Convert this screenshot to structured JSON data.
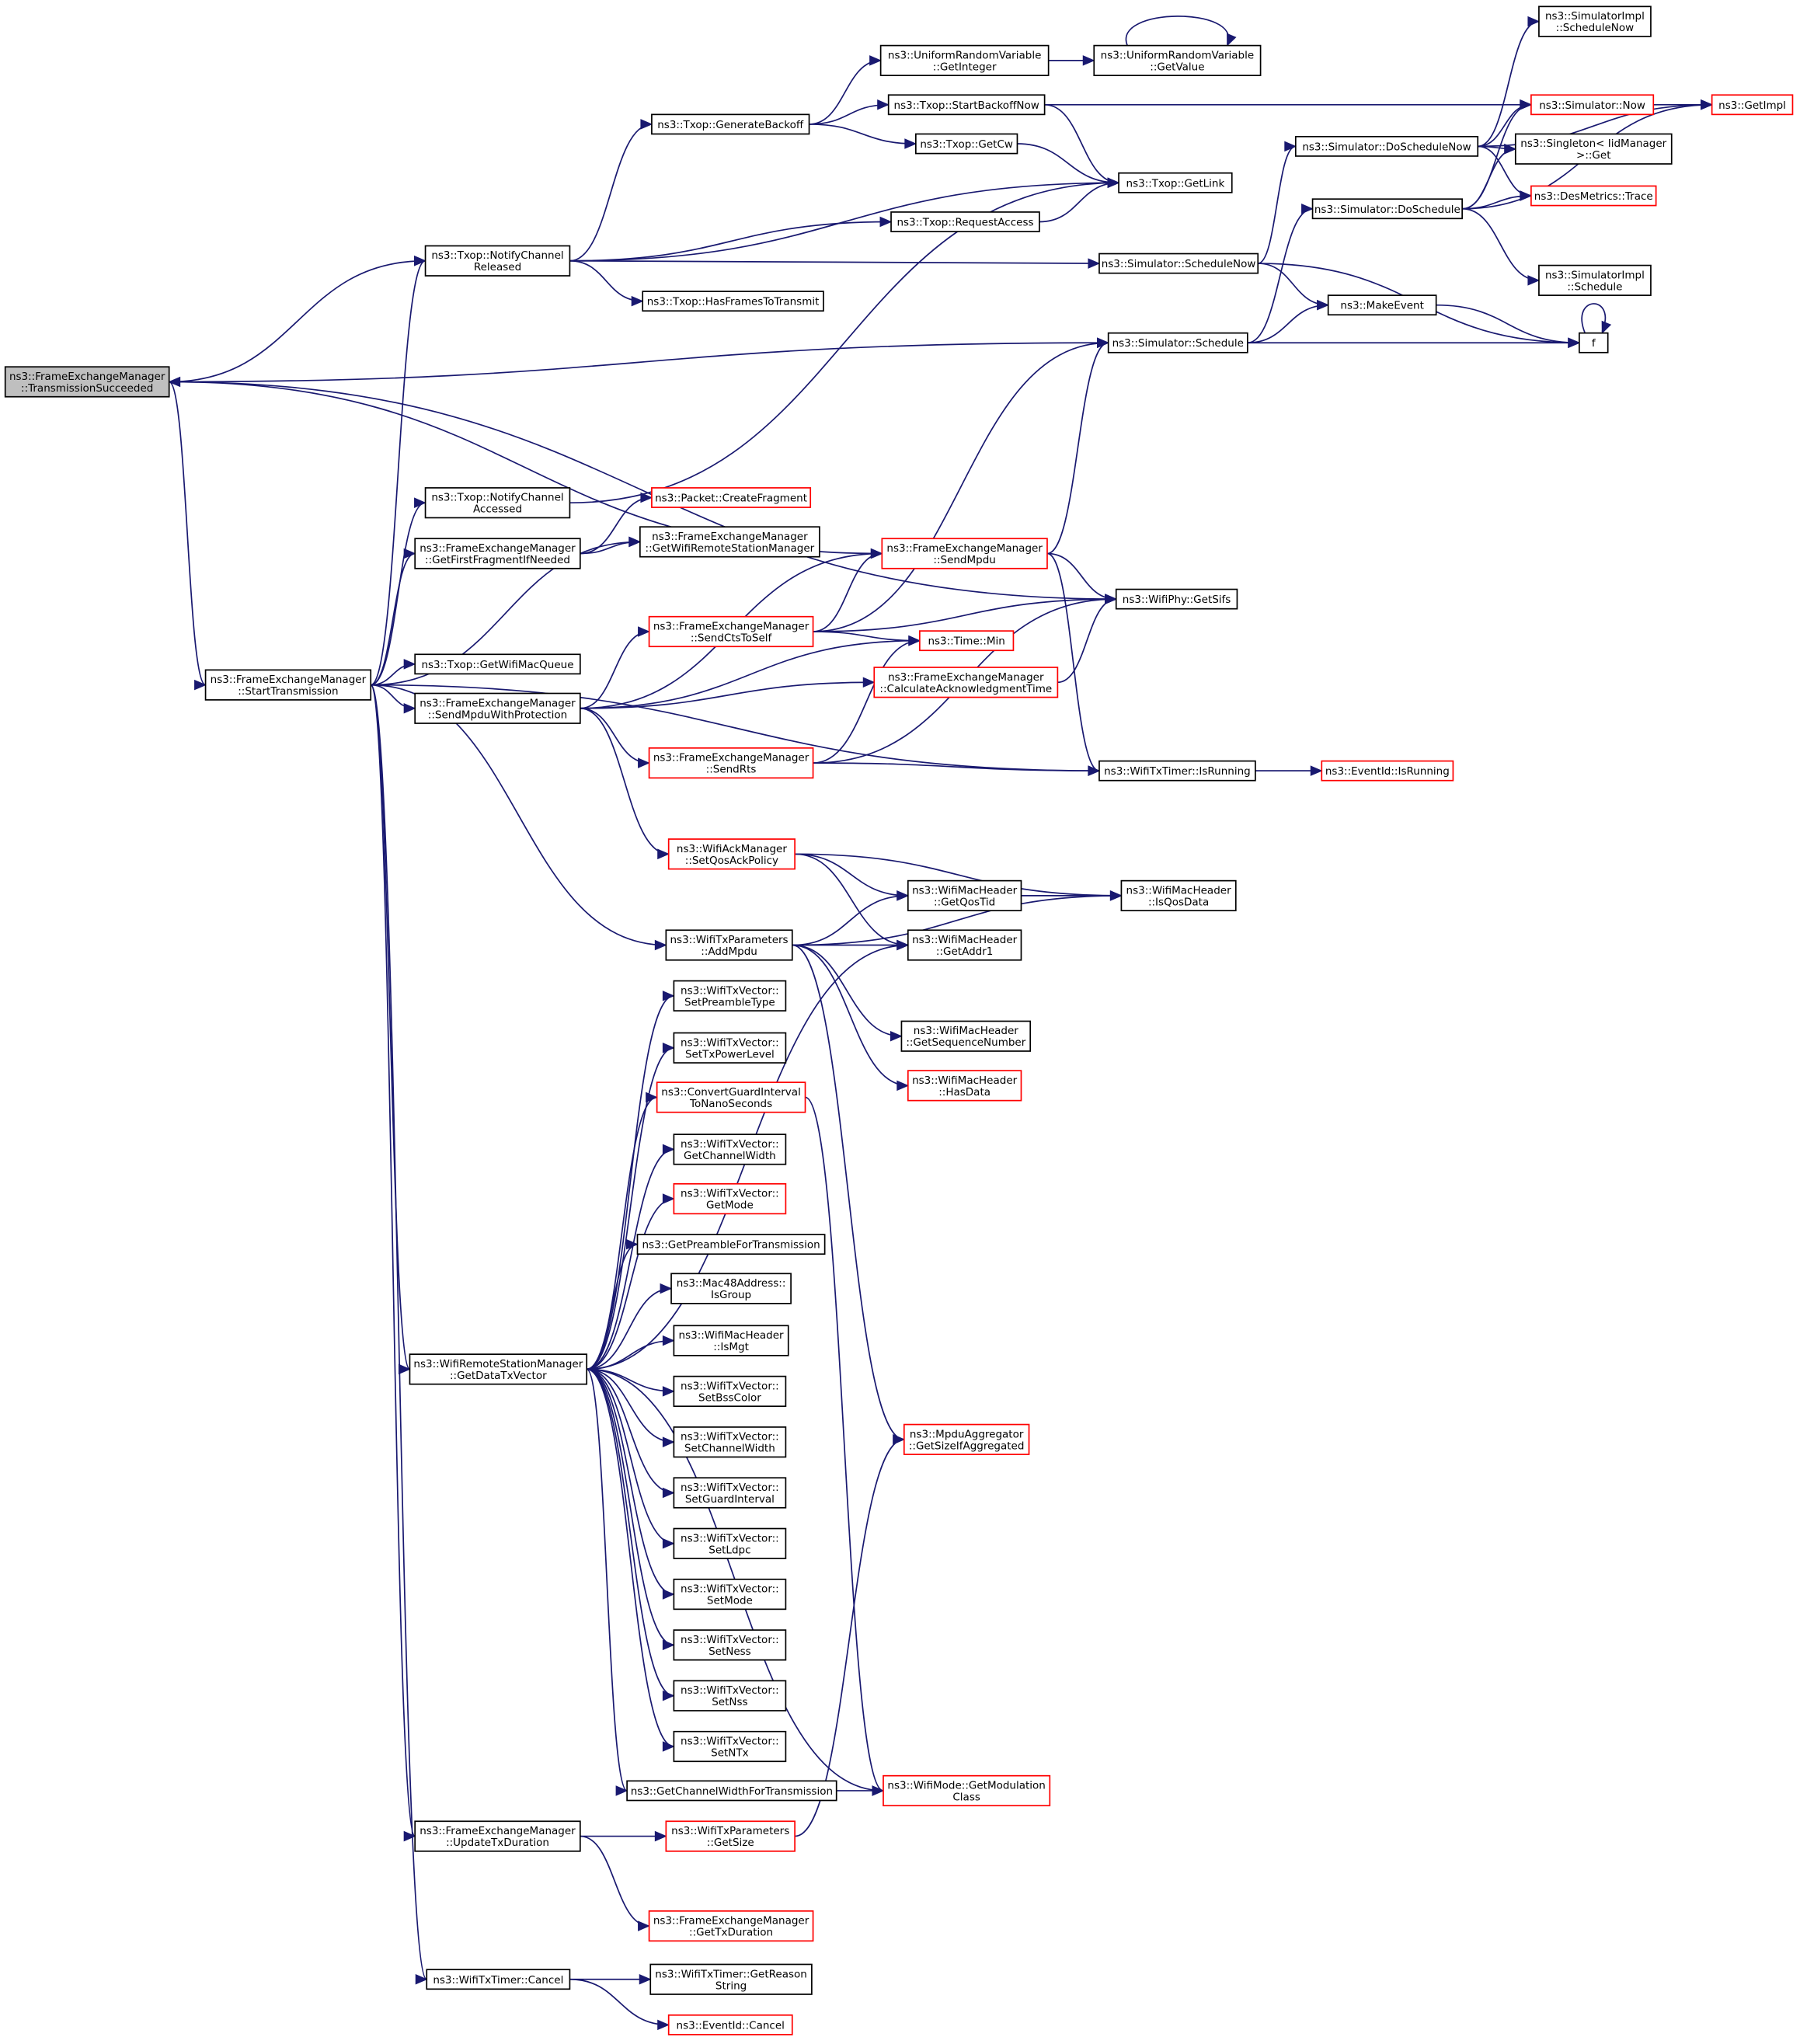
{
  "colors": {
    "edge": "#191970",
    "node_border_black": "#000000",
    "node_border_red": "#ff0000",
    "node_fill_root": "#bfbfbf",
    "node_fill": "#ffffff",
    "text": "#000000"
  },
  "nodes": [
    {
      "id": "tss",
      "lines": [
        "ns3::FrameExchangeManager",
        "::TransmissionSucceeded"
      ],
      "color": "black",
      "root": true
    },
    {
      "id": "ncr",
      "lines": [
        "ns3::Txop::NotifyChannel",
        "Released"
      ],
      "color": "black"
    },
    {
      "id": "gb",
      "lines": [
        "ns3::Txop::GenerateBackoff"
      ],
      "color": "black"
    },
    {
      "id": "urvi",
      "lines": [
        "ns3::UniformRandomVariable",
        "::GetInteger"
      ],
      "color": "black"
    },
    {
      "id": "urvv",
      "lines": [
        "ns3::UniformRandomVariable",
        "::GetValue"
      ],
      "color": "black"
    },
    {
      "id": "sbn",
      "lines": [
        "ns3::Txop::StartBackoffNow"
      ],
      "color": "black"
    },
    {
      "id": "gcw",
      "lines": [
        "ns3::Txop::GetCw"
      ],
      "color": "black"
    },
    {
      "id": "glink",
      "lines": [
        "ns3::Txop::GetLink"
      ],
      "color": "black"
    },
    {
      "id": "ra",
      "lines": [
        "ns3::Txop::RequestAccess"
      ],
      "color": "black"
    },
    {
      "id": "hftt",
      "lines": [
        "ns3::Txop::HasFramesToTransmit"
      ],
      "color": "black"
    },
    {
      "id": "schedNow",
      "lines": [
        "ns3::Simulator::ScheduleNow"
      ],
      "color": "black"
    },
    {
      "id": "sched",
      "lines": [
        "ns3::Simulator::Schedule"
      ],
      "color": "black"
    },
    {
      "id": "dsn",
      "lines": [
        "ns3::Simulator::DoScheduleNow"
      ],
      "color": "black"
    },
    {
      "id": "ds",
      "lines": [
        "ns3::Simulator::DoSchedule"
      ],
      "color": "black"
    },
    {
      "id": "me",
      "lines": [
        "ns3::MakeEvent"
      ],
      "color": "black"
    },
    {
      "id": "f",
      "lines": [
        "f"
      ],
      "color": "black"
    },
    {
      "id": "sisn",
      "lines": [
        "ns3::SimulatorImpl",
        "::ScheduleNow"
      ],
      "color": "black"
    },
    {
      "id": "now",
      "lines": [
        "ns3::Simulator::Now"
      ],
      "color": "red"
    },
    {
      "id": "gimpl",
      "lines": [
        "ns3::GetImpl"
      ],
      "color": "red"
    },
    {
      "id": "singleton",
      "lines": [
        "ns3::Singleton< IidManager",
        ">::Get"
      ],
      "color": "black"
    },
    {
      "id": "dmt",
      "lines": [
        "ns3::DesMetrics::Trace"
      ],
      "color": "red"
    },
    {
      "id": "sis",
      "lines": [
        "ns3::SimulatorImpl",
        "::Schedule"
      ],
      "color": "black"
    },
    {
      "id": "nca",
      "lines": [
        "ns3::Txop::NotifyChannel",
        "Accessed"
      ],
      "color": "black"
    },
    {
      "id": "cf",
      "lines": [
        "ns3::Packet::CreateFragment"
      ],
      "color": "red"
    },
    {
      "id": "gffin",
      "lines": [
        "ns3::FrameExchangeManager",
        "::GetFirstFragmentIfNeeded"
      ],
      "color": "black"
    },
    {
      "id": "gwrsm",
      "lines": [
        "ns3::FrameExchangeManager",
        "::GetWifiRemoteStationManager"
      ],
      "color": "black"
    },
    {
      "id": "sm",
      "lines": [
        "ns3::FrameExchangeManager",
        "::SendMpdu"
      ],
      "color": "red"
    },
    {
      "id": "gsifs",
      "lines": [
        "ns3::WifiPhy::GetSifs"
      ],
      "color": "black"
    },
    {
      "id": "scts",
      "lines": [
        "ns3::FrameExchangeManager",
        "::SendCtsToSelf"
      ],
      "color": "red"
    },
    {
      "id": "tmin",
      "lines": [
        "ns3::Time::Min"
      ],
      "color": "red"
    },
    {
      "id": "gwmq",
      "lines": [
        "ns3::Txop::GetWifiMacQueue"
      ],
      "color": "black"
    },
    {
      "id": "st",
      "lines": [
        "ns3::FrameExchangeManager",
        "::StartTransmission"
      ],
      "color": "black"
    },
    {
      "id": "smwp",
      "lines": [
        "ns3::FrameExchangeManager",
        "::SendMpduWithProtection"
      ],
      "color": "black"
    },
    {
      "id": "cat",
      "lines": [
        "ns3::FrameExchangeManager",
        "::CalculateAcknowledgmentTime"
      ],
      "color": "red"
    },
    {
      "id": "srts",
      "lines": [
        "ns3::FrameExchangeManager",
        "::SendRts"
      ],
      "color": "red"
    },
    {
      "id": "wtir",
      "lines": [
        "ns3::WifiTxTimer::IsRunning"
      ],
      "color": "black"
    },
    {
      "id": "eir",
      "lines": [
        "ns3::EventId::IsRunning"
      ],
      "color": "red"
    },
    {
      "id": "sqap",
      "lines": [
        "ns3::WifiAckManager",
        "::SetQosAckPolicy"
      ],
      "color": "red"
    },
    {
      "id": "gqt",
      "lines": [
        "ns3::WifiMacHeader",
        "::GetQosTid"
      ],
      "color": "black"
    },
    {
      "id": "iqd",
      "lines": [
        "ns3::WifiMacHeader",
        "::IsQosData"
      ],
      "color": "black"
    },
    {
      "id": "am",
      "lines": [
        "ns3::WifiTxParameters",
        "::AddMpdu"
      ],
      "color": "black"
    },
    {
      "id": "ga1",
      "lines": [
        "ns3::WifiMacHeader",
        "::GetAddr1"
      ],
      "color": "black"
    },
    {
      "id": "spt",
      "lines": [
        "ns3::WifiTxVector::",
        "SetPreambleType"
      ],
      "color": "black"
    },
    {
      "id": "gsn",
      "lines": [
        "ns3::WifiMacHeader",
        "::GetSequenceNumber"
      ],
      "color": "black"
    },
    {
      "id": "stpl",
      "lines": [
        "ns3::WifiTxVector::",
        "SetTxPowerLevel"
      ],
      "color": "black"
    },
    {
      "id": "hd",
      "lines": [
        "ns3::WifiMacHeader",
        "::HasData"
      ],
      "color": "red"
    },
    {
      "id": "cgi",
      "lines": [
        "ns3::ConvertGuardInterval",
        "ToNanoSeconds"
      ],
      "color": "red"
    },
    {
      "id": "gcwv",
      "lines": [
        "ns3::WifiTxVector::",
        "GetChannelWidth"
      ],
      "color": "black"
    },
    {
      "id": "gm",
      "lines": [
        "ns3::WifiTxVector::",
        "GetMode"
      ],
      "color": "red"
    },
    {
      "id": "gpft",
      "lines": [
        "ns3::GetPreambleForTransmission"
      ],
      "color": "black"
    },
    {
      "id": "mig",
      "lines": [
        "ns3::Mac48Address::",
        "IsGroup"
      ],
      "color": "black"
    },
    {
      "id": "imgt",
      "lines": [
        "ns3::WifiMacHeader",
        "::IsMgt"
      ],
      "color": "black"
    },
    {
      "id": "gdtv",
      "lines": [
        "ns3::WifiRemoteStationManager",
        "::GetDataTxVector"
      ],
      "color": "black"
    },
    {
      "id": "sbc",
      "lines": [
        "ns3::WifiTxVector::",
        "SetBssColor"
      ],
      "color": "black"
    },
    {
      "id": "magg",
      "lines": [
        "ns3::MpduAggregator",
        "::GetSizeIfAggregated"
      ],
      "color": "red"
    },
    {
      "id": "scw",
      "lines": [
        "ns3::WifiTxVector::",
        "SetChannelWidth"
      ],
      "color": "black"
    },
    {
      "id": "sgi",
      "lines": [
        "ns3::WifiTxVector::",
        "SetGuardInterval"
      ],
      "color": "black"
    },
    {
      "id": "sldpc",
      "lines": [
        "ns3::WifiTxVector::",
        "SetLdpc"
      ],
      "color": "black"
    },
    {
      "id": "smode",
      "lines": [
        "ns3::WifiTxVector::",
        "SetMode"
      ],
      "color": "black"
    },
    {
      "id": "sness",
      "lines": [
        "ns3::WifiTxVector::",
        "SetNess"
      ],
      "color": "black"
    },
    {
      "id": "snss",
      "lines": [
        "ns3::WifiTxVector::",
        "SetNss"
      ],
      "color": "black"
    },
    {
      "id": "sntx",
      "lines": [
        "ns3::WifiTxVector::",
        "SetNTx"
      ],
      "color": "black"
    },
    {
      "id": "gcwft",
      "lines": [
        "ns3::GetChannelWidthForTransmission"
      ],
      "color": "black"
    },
    {
      "id": "gmc",
      "lines": [
        "ns3::WifiMode::GetModulation",
        "Class"
      ],
      "color": "red"
    },
    {
      "id": "utd",
      "lines": [
        "ns3::FrameExchangeManager",
        "::UpdateTxDuration"
      ],
      "color": "black"
    },
    {
      "id": "gsize",
      "lines": [
        "ns3::WifiTxParameters",
        "::GetSize"
      ],
      "color": "red"
    },
    {
      "id": "gtd",
      "lines": [
        "ns3::FrameExchangeManager",
        "::GetTxDuration"
      ],
      "color": "red"
    },
    {
      "id": "cancel",
      "lines": [
        "ns3::WifiTxTimer::Cancel"
      ],
      "color": "black"
    },
    {
      "id": "grs",
      "lines": [
        "ns3::WifiTxTimer::GetReason",
        "String"
      ],
      "color": "black"
    },
    {
      "id": "ecancel",
      "lines": [
        "ns3::EventId::Cancel"
      ],
      "color": "red"
    }
  ],
  "edges": [
    [
      "tss",
      "ncr"
    ],
    [
      "tss",
      "sched"
    ],
    [
      "tss",
      "gsifs"
    ],
    [
      "tss",
      "st"
    ],
    [
      "ncr",
      "gb"
    ],
    [
      "ncr",
      "glink"
    ],
    [
      "ncr",
      "ra"
    ],
    [
      "ncr",
      "schedNow"
    ],
    [
      "ncr",
      "hftt"
    ],
    [
      "gb",
      "urvi"
    ],
    [
      "gb",
      "sbn"
    ],
    [
      "gb",
      "gcw"
    ],
    [
      "urvi",
      "urvv"
    ],
    [
      "urvv",
      "urvv"
    ],
    [
      "sbn",
      "now"
    ],
    [
      "sbn",
      "glink"
    ],
    [
      "gcw",
      "glink"
    ],
    [
      "ra",
      "glink"
    ],
    [
      "schedNow",
      "dsn"
    ],
    [
      "schedNow",
      "me"
    ],
    [
      "schedNow",
      "f"
    ],
    [
      "sched",
      "ds"
    ],
    [
      "sched",
      "me"
    ],
    [
      "sched",
      "f"
    ],
    [
      "me",
      "f"
    ],
    [
      "f",
      "f"
    ],
    [
      "dsn",
      "sisn"
    ],
    [
      "dsn",
      "now"
    ],
    [
      "dsn",
      "gimpl"
    ],
    [
      "dsn",
      "singleton"
    ],
    [
      "dsn",
      "dmt"
    ],
    [
      "ds",
      "now"
    ],
    [
      "ds",
      "singleton"
    ],
    [
      "ds",
      "dmt"
    ],
    [
      "ds",
      "gimpl"
    ],
    [
      "ds",
      "sis"
    ],
    [
      "now",
      "gimpl"
    ],
    [
      "nca",
      "glink"
    ],
    [
      "gffin",
      "cf"
    ],
    [
      "gffin",
      "gwrsm"
    ],
    [
      "sm",
      "tss"
    ],
    [
      "sm",
      "sched"
    ],
    [
      "sm",
      "gsifs"
    ],
    [
      "sm",
      "wtir"
    ],
    [
      "scts",
      "sched"
    ],
    [
      "scts",
      "sm"
    ],
    [
      "scts",
      "gsifs"
    ],
    [
      "scts",
      "tmin"
    ],
    [
      "st",
      "ncr"
    ],
    [
      "st",
      "nca"
    ],
    [
      "st",
      "gffin"
    ],
    [
      "st",
      "gwrsm"
    ],
    [
      "st",
      "gwmq"
    ],
    [
      "st",
      "smwp"
    ],
    [
      "st",
      "wtir"
    ],
    [
      "st",
      "am"
    ],
    [
      "st",
      "gdtv"
    ],
    [
      "st",
      "utd"
    ],
    [
      "st",
      "cancel"
    ],
    [
      "smwp",
      "sm"
    ],
    [
      "smwp",
      "scts"
    ],
    [
      "smwp",
      "tmin"
    ],
    [
      "smwp",
      "cat"
    ],
    [
      "smwp",
      "srts"
    ],
    [
      "smwp",
      "sqap"
    ],
    [
      "cat",
      "gsifs"
    ],
    [
      "srts",
      "tmin"
    ],
    [
      "srts",
      "gsifs"
    ],
    [
      "srts",
      "wtir"
    ],
    [
      "wtir",
      "eir"
    ],
    [
      "sqap",
      "gqt"
    ],
    [
      "sqap",
      "iqd"
    ],
    [
      "sqap",
      "ga1"
    ],
    [
      "gqt",
      "iqd"
    ],
    [
      "am",
      "gqt"
    ],
    [
      "am",
      "ga1"
    ],
    [
      "am",
      "iqd"
    ],
    [
      "am",
      "gsn"
    ],
    [
      "am",
      "hd"
    ],
    [
      "am",
      "magg"
    ],
    [
      "cgi",
      "gmc"
    ],
    [
      "gdtv",
      "ga1"
    ],
    [
      "gdtv",
      "spt"
    ],
    [
      "gdtv",
      "stpl"
    ],
    [
      "gdtv",
      "cgi"
    ],
    [
      "gdtv",
      "gcwv"
    ],
    [
      "gdtv",
      "gm"
    ],
    [
      "gdtv",
      "gpft"
    ],
    [
      "gdtv",
      "mig"
    ],
    [
      "gdtv",
      "imgt"
    ],
    [
      "gdtv",
      "sbc"
    ],
    [
      "gdtv",
      "scw"
    ],
    [
      "gdtv",
      "sgi"
    ],
    [
      "gdtv",
      "sldpc"
    ],
    [
      "gdtv",
      "smode"
    ],
    [
      "gdtv",
      "sness"
    ],
    [
      "gdtv",
      "snss"
    ],
    [
      "gdtv",
      "sntx"
    ],
    [
      "gdtv",
      "gcwft"
    ],
    [
      "gdtv",
      "gmc"
    ],
    [
      "gcwft",
      "gmc"
    ],
    [
      "utd",
      "gsize"
    ],
    [
      "utd",
      "gtd"
    ],
    [
      "gsize",
      "magg"
    ],
    [
      "cancel",
      "grs"
    ],
    [
      "cancel",
      "ecancel"
    ]
  ]
}
